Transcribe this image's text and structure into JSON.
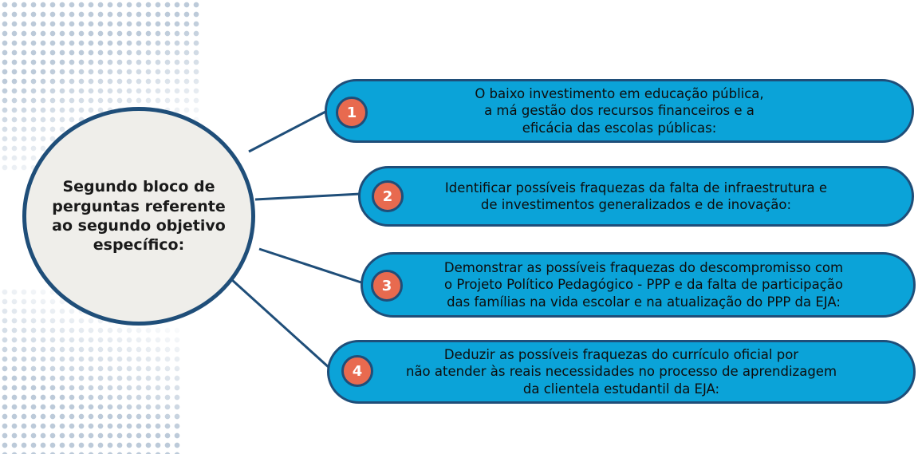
{
  "hub": {
    "label": "Segundo bloco de\nperguntas referente\nao segundo objetivo\nespecífico:"
  },
  "items": [
    {
      "number": "1",
      "text": "O baixo investimento em educação pública,\na má gestão dos recursos financeiros e a\neficácia das escolas públicas:"
    },
    {
      "number": "2",
      "text": "Identificar possíveis fraquezas da falta de infraestrutura e\nde investimentos generalizados e de inovação:"
    },
    {
      "number": "3",
      "text": "Demonstrar as possíveis fraquezas do descompromisso com\no Projeto Político Pedagógico - PPP e da falta de participação\ndas famílias na vida escolar e na atualização do PPP da EJA:"
    },
    {
      "number": "4",
      "text": "Deduzir as possíveis fraquezas do currículo oficial por\nnão atender às reais necessidades no processo de aprendizagem\nda clientela estudantil da EJA:"
    }
  ],
  "colors": {
    "pill_fill": "#0ba3d8",
    "outline": "#1f4e79",
    "badge_fill": "#e86a4f",
    "hub_fill": "#efeeea",
    "dots": "#bccad9"
  }
}
